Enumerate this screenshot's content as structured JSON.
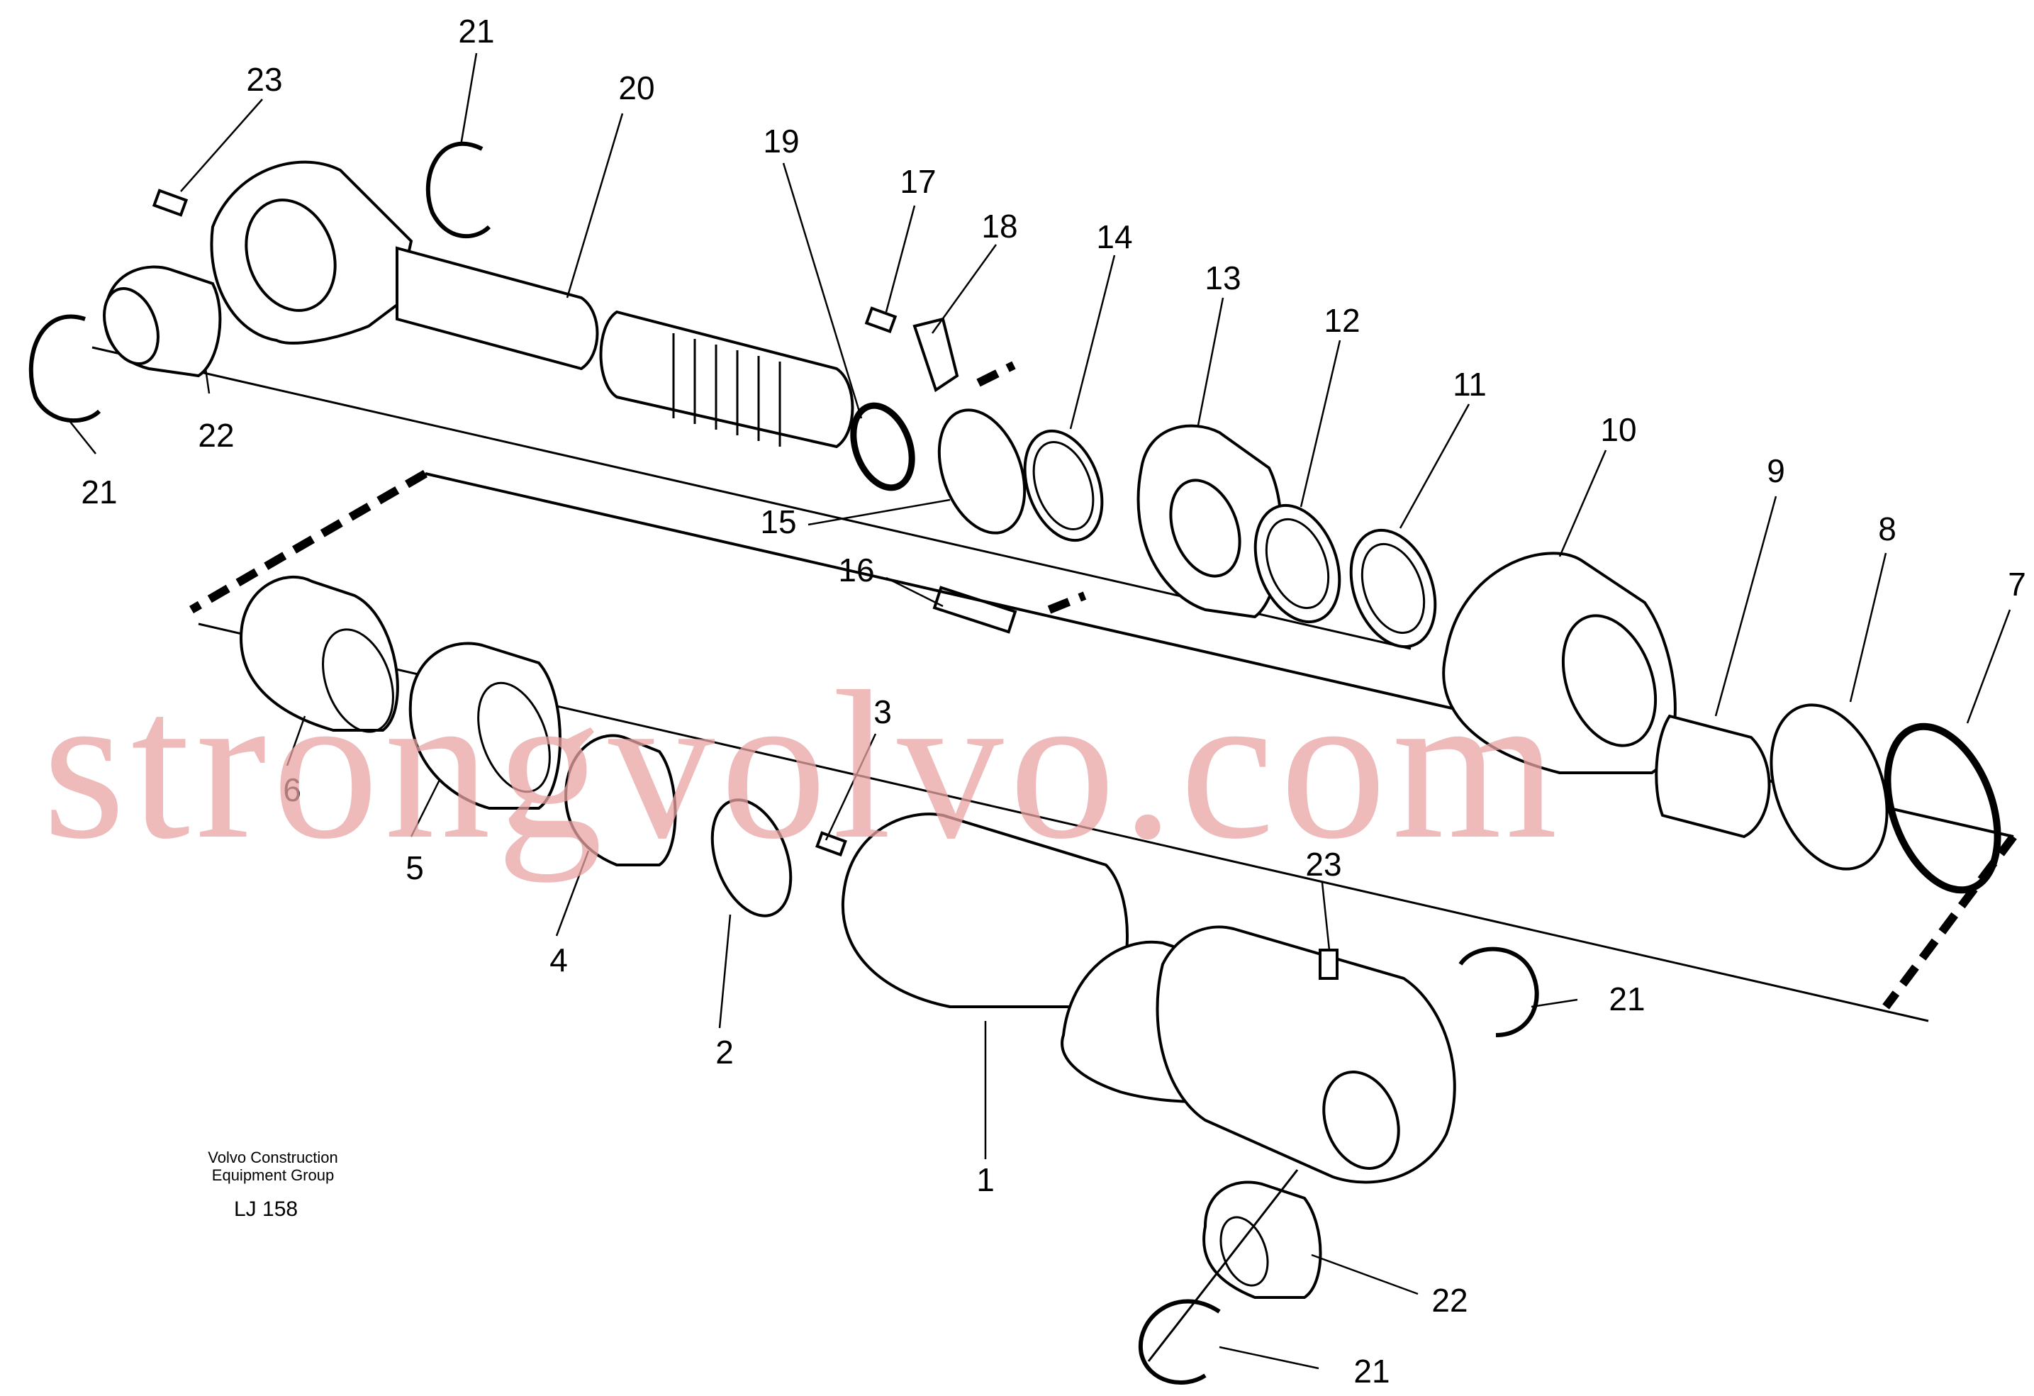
{
  "diagram": {
    "callouts": [
      {
        "id": "c21a",
        "label": "21"
      },
      {
        "id": "c23a",
        "label": "23"
      },
      {
        "id": "c20",
        "label": "20"
      },
      {
        "id": "c19",
        "label": "19"
      },
      {
        "id": "c17",
        "label": "17"
      },
      {
        "id": "c18",
        "label": "18"
      },
      {
        "id": "c14",
        "label": "14"
      },
      {
        "id": "c13",
        "label": "13"
      },
      {
        "id": "c12",
        "label": "12"
      },
      {
        "id": "c11",
        "label": "11"
      },
      {
        "id": "c10",
        "label": "10"
      },
      {
        "id": "c9",
        "label": "9"
      },
      {
        "id": "c8",
        "label": "8"
      },
      {
        "id": "c7",
        "label": "7"
      },
      {
        "id": "c22a",
        "label": "22"
      },
      {
        "id": "c21b",
        "label": "21"
      },
      {
        "id": "c15",
        "label": "15"
      },
      {
        "id": "c16",
        "label": "16"
      },
      {
        "id": "c3",
        "label": "3"
      },
      {
        "id": "c6",
        "label": "6"
      },
      {
        "id": "c5",
        "label": "5"
      },
      {
        "id": "c4",
        "label": "4"
      },
      {
        "id": "c2",
        "label": "2"
      },
      {
        "id": "c23b",
        "label": "23"
      },
      {
        "id": "c21c",
        "label": "21"
      },
      {
        "id": "c1",
        "label": "1"
      },
      {
        "id": "c22b",
        "label": "22"
      },
      {
        "id": "c21d",
        "label": "21"
      }
    ],
    "caption": {
      "line1": "Volvo Construction",
      "line2": "Equipment Group",
      "code": "LJ 158"
    },
    "watermark": {
      "text": "strongvolvo.com",
      "color": "#e8a3a3"
    }
  }
}
